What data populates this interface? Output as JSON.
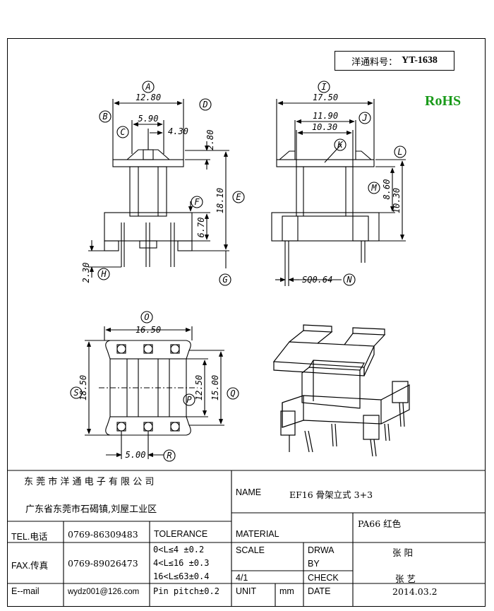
{
  "part_number": {
    "label": "洋通料号：",
    "value": "YT-1638"
  },
  "rohs": "RoHS",
  "front_view": {
    "A": "A",
    "dimA": "12.80",
    "B": "B",
    "C": "C",
    "dimC": "5.90",
    "dimC2": "4.30",
    "D": "D",
    "dimD": "2.80",
    "E": "E",
    "dimE": "18.10",
    "F": "F",
    "dimF": "6.70",
    "G": "G",
    "H": "H",
    "dimH": "2.30"
  },
  "side_view": {
    "I": "I",
    "dimI": "17.50",
    "J": "J",
    "dimJ": "11.90",
    "K": "K",
    "dimK": "10.30",
    "L": "L",
    "M": "M",
    "dimM": "8.60",
    "dimL": "10.30",
    "N": "N",
    "dimN": "SQ0.64"
  },
  "bottom_view": {
    "O": "O",
    "dimO": "16.50",
    "S": "S",
    "dimS": "18.50",
    "P": "P",
    "dimP": "12.50",
    "Q": "Q",
    "dimQ": "15.00",
    "R": "R",
    "dimR": "5.00"
  },
  "title_block": {
    "company": "东 莞 市 洋 通 电 子 有 限 公 司",
    "address": "广东省东莞市石碣镇,刘屋工业区",
    "name_label": "NAME",
    "name_value": "EF16 骨架立式 3+3",
    "tel_label": "TEL.电话",
    "tel_value": "0769-86309483",
    "tolerance_label": "TOLERANCE",
    "material_label": "MATERIAL",
    "material_value": "PA66  红色",
    "fax_label": "FAX.传真",
    "fax_value": "0769-89026473",
    "tol1": "0<L≤4   ±0.2",
    "tol2": "4<L≤16  ±0.3",
    "tol3": "16<L≤63±0.4",
    "tol4": "Pin pitch±0.2",
    "scale_label": "SCALE",
    "scale_value": "4/1",
    "drwa_label": "DRWA",
    "by_label": "BY",
    "drawn_by": "张  阳",
    "check_label": "CHECK",
    "checked_by": "张 艺",
    "email_label": "E--mail",
    "email_value": "wydz001@126.com",
    "unit_label": "UNIT",
    "unit_value": "mm",
    "date_label": "DATE",
    "date_value": "2014.03.2"
  }
}
